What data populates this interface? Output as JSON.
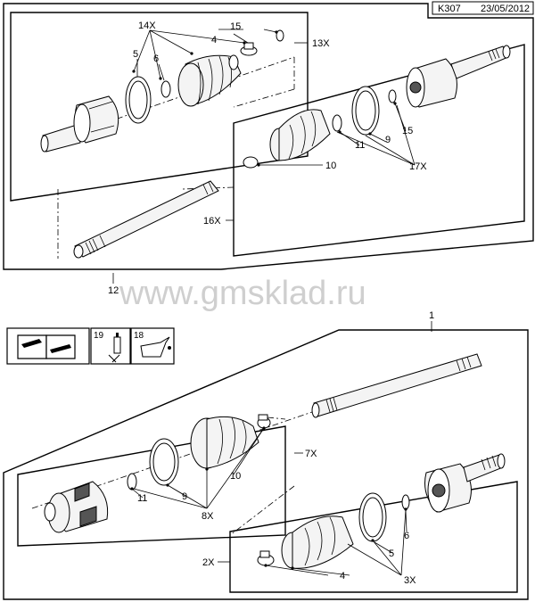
{
  "header": {
    "code": "K307",
    "date": "23/05/2012"
  },
  "watermark": "www.gmsklad.ru",
  "upper_assembly": {
    "callouts": {
      "c14x": "14X",
      "c15": "15",
      "c4": "4",
      "c13x": "13X",
      "c5": "5",
      "c6": "6",
      "c11": "11",
      "c9": "9",
      "c15b": "15",
      "c10": "10",
      "c17x": "17X",
      "c16x": "16X",
      "c12": "12"
    }
  },
  "lower_assembly": {
    "callouts": {
      "c1": "1",
      "c7x": "7X",
      "c10": "10",
      "c11": "11",
      "c9": "9",
      "c8x": "8X",
      "c5": "5",
      "c6": "6",
      "c2x": "2X",
      "c4": "4",
      "c3x": "3X"
    }
  },
  "legend": {
    "box19": "19",
    "box18": "18"
  },
  "icons": [
    "repair-manual-icon",
    "grease-tube-icon",
    "oil-can-icon"
  ]
}
